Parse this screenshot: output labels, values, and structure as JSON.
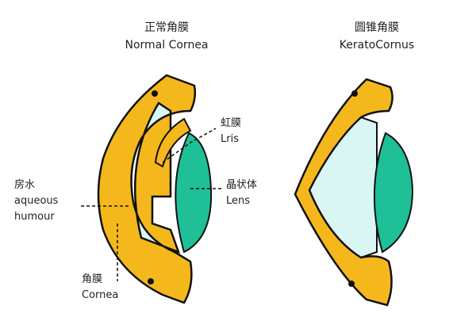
{
  "normal": {
    "title_cn": "正常角膜",
    "title_en": "Normal Cornea"
  },
  "kerato": {
    "title_cn": "圆锥角膜",
    "title_en": "KeratoCornus"
  },
  "labels": {
    "iris_cn": "虹膜",
    "iris_en": "Lris",
    "lens_cn": "晶状体",
    "lens_en": "Lens",
    "aqueous_cn": "房水",
    "aqueous_en_1": "aqueous",
    "aqueous_en_2": "humour",
    "cornea_cn": "角膜",
    "cornea_en": "Cornea"
  },
  "colors": {
    "cornea": "#f5b81c",
    "aqueous": "#d9f6f5",
    "lens": "#1fbf98",
    "outline": "#111111"
  }
}
